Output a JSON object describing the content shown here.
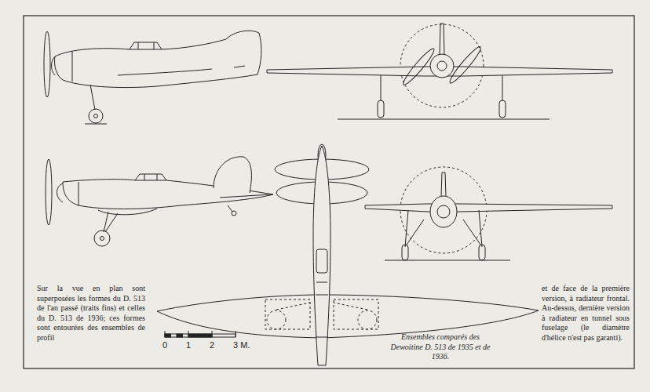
{
  "diagram": {
    "caption": "Ensembles comparés des Dewoitine D. 513 de 1935 et de 1936.",
    "labels": [
      "Sur la vue en plan sont superposées les formes du D. 513 de l'an passé (traits fins) et celles du D. 513 de 1936; ces formes sont entourées des ensembles de profil",
      "et de face de la première version, à radiateur frontal. Au-dessus, dernière version à radiateur en tunnel sous fuselage (le diamètre d'hélice n'est pas garanti).",
      "0",
      "1",
      "2",
      "3 M."
    ]
  }
}
